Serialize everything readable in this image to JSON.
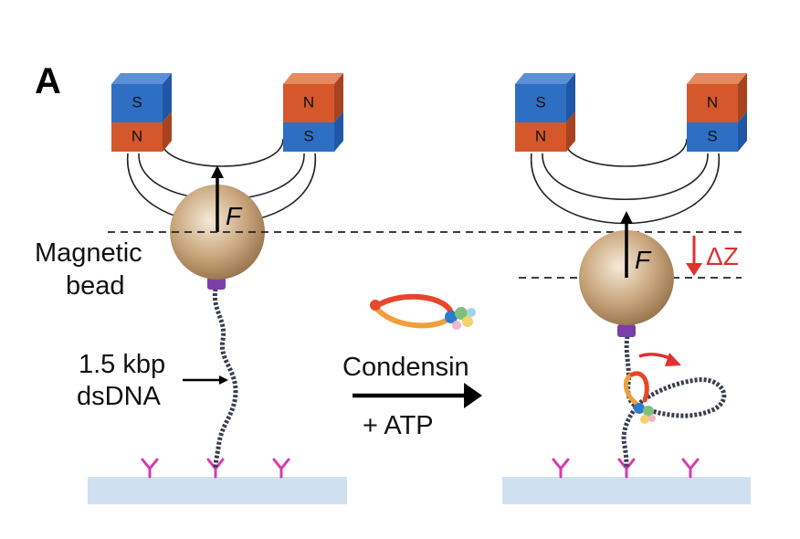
{
  "panel_label": "A",
  "magnet": {
    "left_top": "S",
    "left_bottom": "N",
    "right_top": "N",
    "right_bottom": "S"
  },
  "force_label": "F",
  "delta_label": "ΔZ",
  "bead_label_line1": "Magnetic",
  "bead_label_line2": "bead",
  "dna_label_line1": "1.5 kbp",
  "dna_label_line2": "dsDNA",
  "reagent_label": "Condensin",
  "reagent_sublabel": "+ ATP",
  "colors": {
    "magnet_red": "#d4582c",
    "magnet_blue": "#2e6fc3",
    "bead": "#c7a176",
    "dna": "#3a3f4c",
    "antibody": "#d63ab0",
    "anchor": "#7b3fa8",
    "surface": "#cfe1f1",
    "delta_z": "#e03030"
  }
}
